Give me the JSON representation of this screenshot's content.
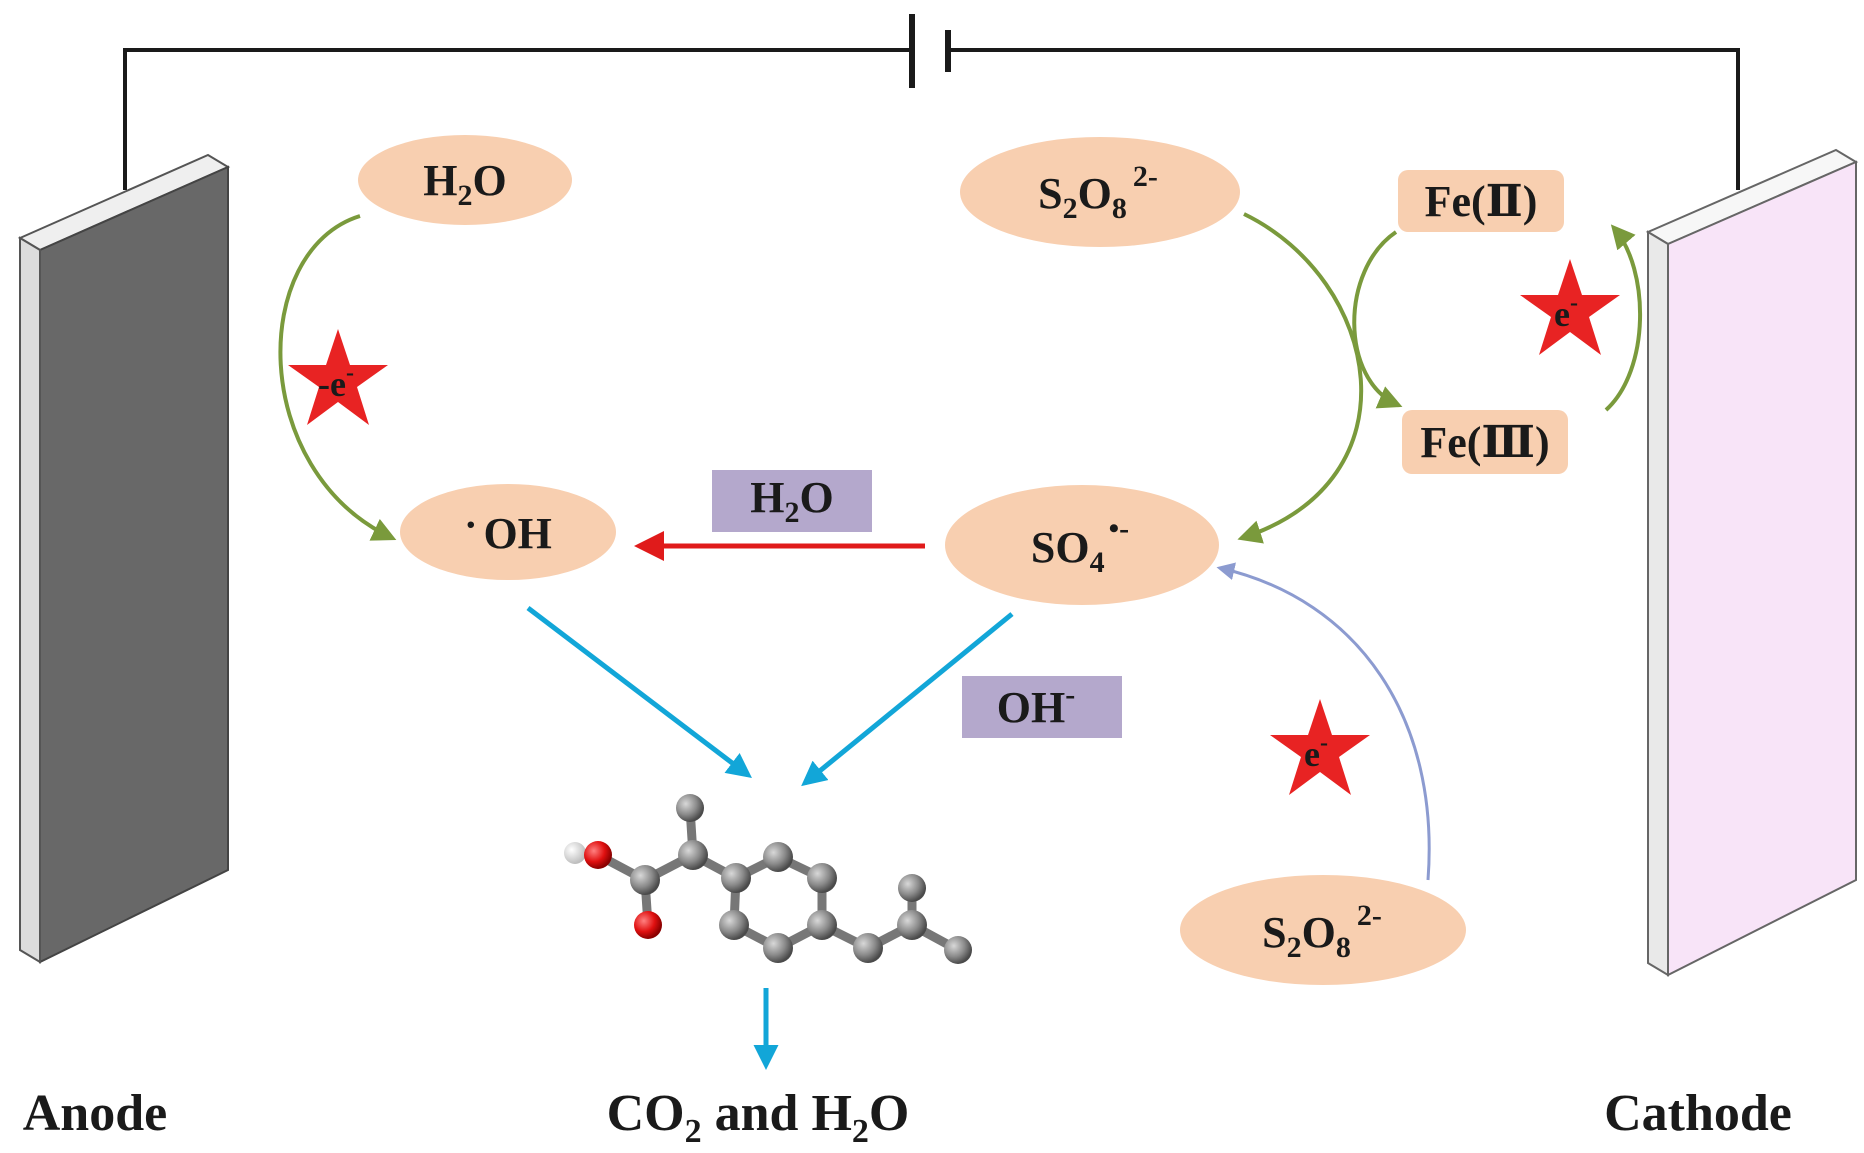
{
  "labels": {
    "anode": "Anode",
    "cathode": "Cathode",
    "products": "CO2 and H2O",
    "products_parts": [
      "CO",
      "2",
      " and H",
      "2",
      "O"
    ]
  },
  "species": {
    "h2o_top": {
      "main": "H",
      "sub": "2",
      "tail": "O"
    },
    "oh_radical": {
      "dot": "·",
      "text": "OH"
    },
    "s2o8_top": {
      "a": "S",
      "a_sub": "2",
      "b": "O",
      "b_sub": "8",
      "charge": "2-"
    },
    "so4_radical": {
      "text": "SO",
      "sub": "4",
      "charge": "•-"
    },
    "fe2": "Fe(Ⅱ)",
    "fe3": "Fe(Ⅲ)",
    "s2o8_bottom": {
      "a": "S",
      "a_sub": "2",
      "b": "O",
      "b_sub": "8",
      "charge": "2-"
    }
  },
  "boxes": {
    "h2o": {
      "main": "H",
      "sub": "2",
      "tail": "O"
    },
    "oh_minus": {
      "text": "OH",
      "charge": "-"
    }
  },
  "stars": {
    "left": {
      "text": "-e",
      "charge": "-"
    },
    "fe_cycle": {
      "text": "e",
      "charge": "-"
    },
    "bottom": {
      "text": "e",
      "charge": "-"
    }
  },
  "colors": {
    "ellipse_fill": "#f8cfb0",
    "box_fill": "#b4a8cc",
    "star_fill": "#e82323",
    "green_arrow": "#7a9a3c",
    "red_arrow": "#e01b1b",
    "cyan_arrow": "#12a6d8",
    "purple_arrow": "#8c9bd0",
    "anode_plate": "#666666",
    "cathode_plate": "#f8e4f8",
    "wire": "#1a1a1a"
  }
}
